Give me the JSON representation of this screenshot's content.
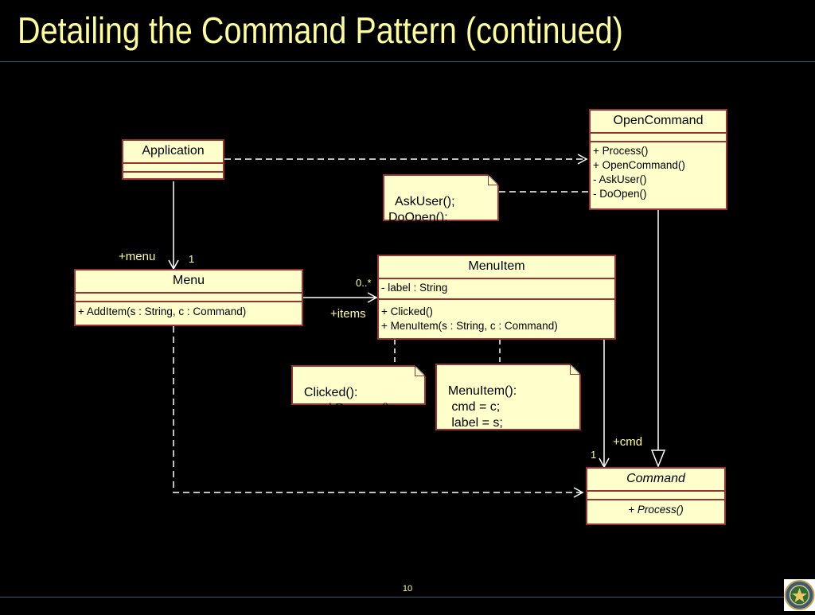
{
  "slide": {
    "title": "Detailing the Command Pattern (continued)",
    "page_number": "10"
  },
  "classes": {
    "application": {
      "name": "Application"
    },
    "open_command": {
      "name": "OpenCommand",
      "ops": [
        "+ Process()",
        "+ OpenCommand()",
        "- AskUser()",
        "- DoOpen()"
      ]
    },
    "menu": {
      "name": "Menu",
      "ops": [
        "+ AddItem(s : String, c : Command)"
      ]
    },
    "menu_item": {
      "name": "MenuItem",
      "attrs": [
        "- label : String"
      ],
      "ops": [
        "+ Clicked()",
        "+ MenuItem(s : String, c : Command)"
      ]
    },
    "command": {
      "name": "Command",
      "ops": [
        "+ Process()"
      ]
    }
  },
  "notes": {
    "open_command_note": "AskUser();\nDoOpen();",
    "clicked_note": "Clicked():\n   cmd.Process();",
    "menuitem_note": "MenuItem():\n   cmd = c;\n   label = s;"
  },
  "labels": {
    "menu_role": "+menu",
    "menu_mult": "1",
    "items_role": "+items",
    "items_mult": "0..*",
    "cmd_role": "+cmd",
    "cmd_mult": "1"
  },
  "colors": {
    "background": "#000000",
    "title": "#ffff99",
    "class_fill": "#ffffcc",
    "class_border": "#993333",
    "line": "#ffffff"
  }
}
